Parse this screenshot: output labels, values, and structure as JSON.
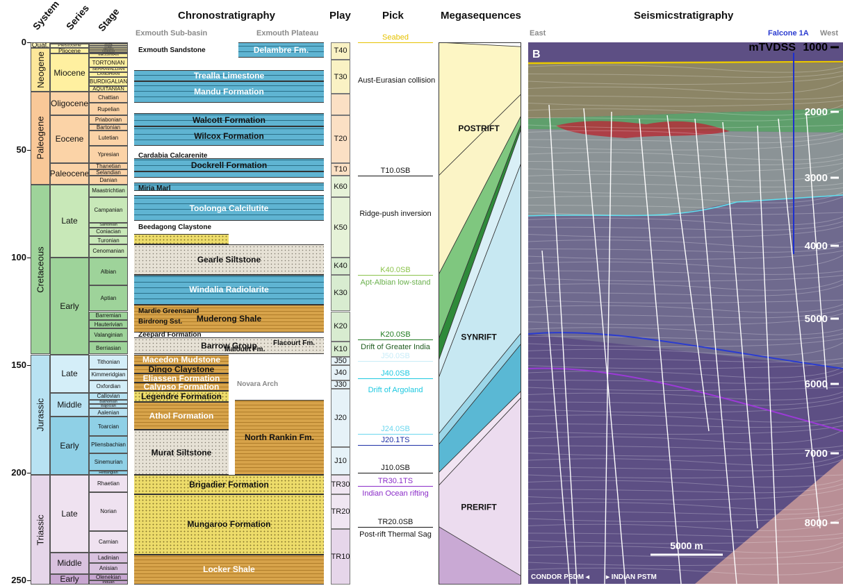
{
  "headers": {
    "system": "System",
    "series": "Series",
    "stage": "Stage",
    "chrono": "Chronostratigraphy",
    "chrono_left": "Exmouth Sub-basin",
    "chrono_right": "Exmouth Plateau",
    "play": "Play",
    "pick": "Pick",
    "mega": "Megasequences",
    "seis": "Seismicstratigraphy",
    "seis_left": "East",
    "seis_right": "West",
    "well": "Falcone 1A"
  },
  "time_ticks": [
    "0",
    "50",
    "100",
    "150",
    "200",
    "250"
  ],
  "systems": [
    {
      "name": "Quat.",
      "from": 0,
      "to": 2.6,
      "color": "#fff6c0",
      "rotate": false
    },
    {
      "name": "Neogene",
      "from": 2.6,
      "to": 23,
      "color": "#fde79a",
      "rotate": true
    },
    {
      "name": "Paleogene",
      "from": 23,
      "to": 66,
      "color": "#f9c898",
      "rotate": true
    },
    {
      "name": "Cretaceous",
      "from": 66,
      "to": 145,
      "color": "#9ed39a",
      "rotate": true
    },
    {
      "name": "Jurassic",
      "from": 145,
      "to": 201,
      "color": "#b8e2f2",
      "rotate": true
    },
    {
      "name": "Triassic",
      "from": 201,
      "to": 252,
      "color": "#e6d6ea",
      "rotate": true
    }
  ],
  "series": [
    {
      "name": "Holocene",
      "from": 0,
      "to": 0.5,
      "color": "#fff6c0"
    },
    {
      "name": "Pleistocene",
      "from": 0.5,
      "to": 2.6,
      "color": "#fff6c0"
    },
    {
      "name": "Pliocene",
      "from": 2.6,
      "to": 5.3,
      "color": "#fff0a0"
    },
    {
      "name": "Miocene",
      "from": 5.3,
      "to": 23,
      "color": "#fff0a0"
    },
    {
      "name": "Oligocene",
      "from": 23,
      "to": 34,
      "color": "#fbd3a7"
    },
    {
      "name": "Eocene",
      "from": 34,
      "to": 56,
      "color": "#fbd3a7"
    },
    {
      "name": "Paleocene",
      "from": 56,
      "to": 66,
      "color": "#fbd3a7"
    },
    {
      "name": "Late",
      "from": 66,
      "to": 100,
      "color": "#c8e8b8"
    },
    {
      "name": "Early",
      "from": 100,
      "to": 145,
      "color": "#9ed39a"
    },
    {
      "name": "Late",
      "from": 145,
      "to": 163,
      "color": "#d4eef8"
    },
    {
      "name": "Middle",
      "from": 163,
      "to": 174,
      "color": "#b8e2f2"
    },
    {
      "name": "Early",
      "from": 174,
      "to": 201,
      "color": "#8fd0e6"
    },
    {
      "name": "Late",
      "from": 201,
      "to": 237,
      "color": "#efe2f0"
    },
    {
      "name": "Middle",
      "from": 237,
      "to": 247,
      "color": "#d9c2df"
    },
    {
      "name": "Early",
      "from": 247,
      "to": 252,
      "color": "#c7a6d0"
    }
  ],
  "stages": [
    {
      "name": "UPPER",
      "from": 0,
      "to": 0.8,
      "color": "#fff6c0"
    },
    {
      "name": "MIDDLE",
      "from": 0.8,
      "to": 1.6,
      "color": "#fff6c0"
    },
    {
      "name": "LOWER",
      "from": 1.6,
      "to": 2.6,
      "color": "#fff6c0"
    },
    {
      "name": "GELASIAN",
      "from": 2.6,
      "to": 3.5,
      "color": "#fff0a0"
    },
    {
      "name": "PIACENZIAN",
      "from": 3.5,
      "to": 4.4,
      "color": "#fff0a0"
    },
    {
      "name": "ZANCLEAN",
      "from": 4.4,
      "to": 5.3,
      "color": "#fff0a0"
    },
    {
      "name": "MESSINIAN",
      "from": 5.3,
      "to": 7.2,
      "color": "#fff0a0"
    },
    {
      "name": "TORTONIAN",
      "from": 7.2,
      "to": 11.6,
      "color": "#fff0a0"
    },
    {
      "name": "SERRAVALLIAN",
      "from": 11.6,
      "to": 13.8,
      "color": "#fff0a0"
    },
    {
      "name": "LANGHIAN",
      "from": 13.8,
      "to": 16,
      "color": "#fff0a0"
    },
    {
      "name": "BURDIGALIAN",
      "from": 16,
      "to": 20.4,
      "color": "#fff0a0"
    },
    {
      "name": "AQUITANIAN",
      "from": 20.4,
      "to": 23,
      "color": "#fff0a0"
    },
    {
      "name": "Chattian",
      "from": 23,
      "to": 28,
      "color": "#fbd3a7"
    },
    {
      "name": "Rupelian",
      "from": 28,
      "to": 34,
      "color": "#fbd3a7"
    },
    {
      "name": "Priabonian",
      "from": 34,
      "to": 38,
      "color": "#fbd3a7"
    },
    {
      "name": "Bartonian",
      "from": 38,
      "to": 41,
      "color": "#fbd3a7"
    },
    {
      "name": "Lutetian",
      "from": 41,
      "to": 48,
      "color": "#fbd3a7"
    },
    {
      "name": "Ypresian",
      "from": 48,
      "to": 56,
      "color": "#fbd3a7"
    },
    {
      "name": "Thanetian",
      "from": 56,
      "to": 59,
      "color": "#fbd3a7"
    },
    {
      "name": "Selandian",
      "from": 59,
      "to": 62,
      "color": "#fbd3a7"
    },
    {
      "name": "Danian",
      "from": 62,
      "to": 66,
      "color": "#fbd3a7"
    },
    {
      "name": "Maastrichtian",
      "from": 66,
      "to": 72,
      "color": "#c8e8b8"
    },
    {
      "name": "Campanian",
      "from": 72,
      "to": 84,
      "color": "#c8e8b8"
    },
    {
      "name": "Santonian",
      "from": 84,
      "to": 86,
      "color": "#c8e8b8"
    },
    {
      "name": "Coniacian",
      "from": 86,
      "to": 90,
      "color": "#c8e8b8"
    },
    {
      "name": "Turonian",
      "from": 90,
      "to": 94,
      "color": "#c8e8b8"
    },
    {
      "name": "Cenomanian",
      "from": 94,
      "to": 100,
      "color": "#c8e8b8"
    },
    {
      "name": "Albian",
      "from": 100,
      "to": 113,
      "color": "#9ed39a"
    },
    {
      "name": "Aptian",
      "from": 113,
      "to": 125,
      "color": "#9ed39a"
    },
    {
      "name": "Barremian",
      "from": 125,
      "to": 129,
      "color": "#9ed39a"
    },
    {
      "name": "Hauterivian",
      "from": 129,
      "to": 133,
      "color": "#9ed39a"
    },
    {
      "name": "Valanginian",
      "from": 133,
      "to": 139,
      "color": "#9ed39a"
    },
    {
      "name": "Berriasian",
      "from": 139,
      "to": 145,
      "color": "#9ed39a"
    },
    {
      "name": "Tithonian",
      "from": 145,
      "to": 152,
      "color": "#d4eef8"
    },
    {
      "name": "Kimmeridgian",
      "from": 152,
      "to": 157,
      "color": "#d4eef8"
    },
    {
      "name": "Oxfordian",
      "from": 157,
      "to": 163,
      "color": "#d4eef8"
    },
    {
      "name": "Callovian",
      "from": 163,
      "to": 166,
      "color": "#b8e2f2"
    },
    {
      "name": "Bathonian",
      "from": 166,
      "to": 168,
      "color": "#b8e2f2"
    },
    {
      "name": "Bajocian",
      "from": 168,
      "to": 170,
      "color": "#b8e2f2"
    },
    {
      "name": "Aalenian",
      "from": 170,
      "to": 174,
      "color": "#b8e2f2"
    },
    {
      "name": "Toarcian",
      "from": 174,
      "to": 183,
      "color": "#8fd0e6"
    },
    {
      "name": "Pliensbachian",
      "from": 183,
      "to": 191,
      "color": "#8fd0e6"
    },
    {
      "name": "Sinemurian",
      "from": 191,
      "to": 199,
      "color": "#8fd0e6"
    },
    {
      "name": "Hettangian",
      "from": 199,
      "to": 201,
      "color": "#8fd0e6"
    },
    {
      "name": "Rhaetian",
      "from": 201,
      "to": 209,
      "color": "#efe2f0"
    },
    {
      "name": "Norian",
      "from": 209,
      "to": 227,
      "color": "#efe2f0"
    },
    {
      "name": "Carnian",
      "from": 227,
      "to": 237,
      "color": "#efe2f0"
    },
    {
      "name": "Ladinian",
      "from": 237,
      "to": 242,
      "color": "#d9c2df"
    },
    {
      "name": "Anisian",
      "from": 242,
      "to": 247,
      "color": "#d9c2df"
    },
    {
      "name": "Olenekian",
      "from": 247,
      "to": 250,
      "color": "#c7a6d0"
    },
    {
      "name": "Induan",
      "from": 250,
      "to": 252,
      "color": "#c7a6d0"
    }
  ],
  "chrono_units": [
    {
      "name": "Delambre Fm.",
      "from": 0,
      "to": 7,
      "lith": "limestone",
      "side": "right",
      "light": true
    },
    {
      "name": "Trealla Limestone",
      "from": 13,
      "to": 18,
      "lith": "limestone",
      "side": "full",
      "light": true
    },
    {
      "name": "Mandu Formation",
      "from": 18,
      "to": 28,
      "lith": "limestone",
      "side": "full",
      "light": true
    },
    {
      "name": "Walcott Formation",
      "from": 33,
      "to": 39,
      "lith": "limestone",
      "side": "full",
      "light": false
    },
    {
      "name": "Wilcox Formation",
      "from": 39,
      "to": 48,
      "lith": "limestone",
      "side": "full",
      "light": false
    },
    {
      "name": "Dockrell Formation",
      "from": 54,
      "to": 60,
      "lith": "limestone",
      "side": "full",
      "light": false
    },
    {
      "name": "",
      "from": 60,
      "to": 63,
      "lith": "limestone",
      "side": "full",
      "light": false
    },
    {
      "name": "",
      "from": 65,
      "to": 69,
      "lith": "limestone",
      "side": "full",
      "light": false
    },
    {
      "name": "Toolonga Calcilutite",
      "from": 71,
      "to": 83,
      "lith": "limestone",
      "side": "full",
      "light": true
    },
    {
      "name": "",
      "from": 89,
      "to": 94,
      "lith": "sandstone",
      "side": "left",
      "light": false
    },
    {
      "name": "Gearle Siltstone",
      "from": 94,
      "to": 108,
      "lith": "siltstone",
      "side": "full",
      "light": false
    },
    {
      "name": "Windalia Radiolarite",
      "from": 108,
      "to": 122,
      "lith": "limestone",
      "side": "full",
      "light": true
    },
    {
      "name": "Muderong Shale",
      "from": 122,
      "to": 135,
      "lith": "shale",
      "side": "full",
      "light": false
    },
    {
      "name": "Barrow Group",
      "from": 137,
      "to": 145,
      "lith": "siltstone",
      "side": "full",
      "light": false
    },
    {
      "name": "Macedon Mudstone",
      "from": 145,
      "to": 150,
      "lith": "shale",
      "side": "left",
      "light": true
    },
    {
      "name": "Dingo Claystone",
      "from": 150,
      "to": 154,
      "lith": "shale",
      "side": "left",
      "light": false
    },
    {
      "name": "Eliassen Formation",
      "from": 154,
      "to": 158,
      "lith": "shale",
      "side": "left",
      "light": true
    },
    {
      "name": "Calypso Formation",
      "from": 158,
      "to": 162,
      "lith": "shale",
      "side": "left",
      "light": true
    },
    {
      "name": "Legendre Formation",
      "from": 162,
      "to": 167,
      "lith": "sandstone",
      "side": "left",
      "light": false
    },
    {
      "name": "Athol Formation",
      "from": 167,
      "to": 180,
      "lith": "shale",
      "side": "left",
      "light": true
    },
    {
      "name": "Murat Siltstone",
      "from": 180,
      "to": 201,
      "lith": "siltstone",
      "side": "left",
      "light": false
    },
    {
      "name": "North Rankin Fm.",
      "from": 166,
      "to": 201,
      "lith": "shale",
      "side": "right",
      "light": false
    },
    {
      "name": "Brigadier Formation",
      "from": 201,
      "to": 210,
      "lith": "sandstone",
      "side": "full",
      "light": false
    },
    {
      "name": "Mungaroo Formation",
      "from": 210,
      "to": 238,
      "lith": "sandstone",
      "side": "full",
      "light": false
    },
    {
      "name": "Locker Shale",
      "from": 238,
      "to": 252,
      "lith": "shale",
      "side": "full",
      "light": true
    }
  ],
  "chrono_labels": [
    {
      "name": "Exmouth Sandstone",
      "at": 4
    },
    {
      "name": "Cardabia Calcarenite",
      "at": 53
    },
    {
      "name": "Miria Marl",
      "at": 68
    },
    {
      "name": "Beedagong Claystone",
      "at": 86
    },
    {
      "name": "Mardie Greensand",
      "at": 125
    },
    {
      "name": "Birdrong Sst.",
      "at": 130
    },
    {
      "name": "Zeepard Formation",
      "at": 136
    },
    {
      "name": "Flacourt Fm.",
      "at": 140
    },
    {
      "name": "Malouet Fm.",
      "at": 143
    },
    {
      "name": "Novara Arch",
      "at": 159
    }
  ],
  "play": [
    {
      "name": "T40",
      "from": 0,
      "to": 8,
      "color": "#faf2c4"
    },
    {
      "name": "T30",
      "from": 8,
      "to": 24,
      "color": "#faf2c4"
    },
    {
      "name": "",
      "from": 24,
      "to": 34,
      "color": "#fbe0c4"
    },
    {
      "name": "T20",
      "from": 34,
      "to": 56,
      "color": "#fbe0c4"
    },
    {
      "name": "T10",
      "from": 56,
      "to": 62,
      "color": "#fbe0c4"
    },
    {
      "name": "K60",
      "from": 62,
      "to": 72,
      "color": "#e6f2d8"
    },
    {
      "name": "K50",
      "from": 72,
      "to": 100,
      "color": "#e6f2d8"
    },
    {
      "name": "K40",
      "from": 100,
      "to": 108,
      "color": "#d8ecd0"
    },
    {
      "name": "K30",
      "from": 108,
      "to": 125,
      "color": "#d8ecd0"
    },
    {
      "name": "K20",
      "from": 125,
      "to": 139,
      "color": "#d8ecd0"
    },
    {
      "name": "K10",
      "from": 139,
      "to": 146,
      "color": "#d8ecd0"
    },
    {
      "name": "J50",
      "from": 146,
      "to": 150,
      "color": "#e6f2f8"
    },
    {
      "name": "J40",
      "from": 150,
      "to": 157,
      "color": "#e6f2f8"
    },
    {
      "name": "J30",
      "from": 157,
      "to": 161,
      "color": "#e6f2f8"
    },
    {
      "name": "J20",
      "from": 161,
      "to": 188,
      "color": "#e6f2f8"
    },
    {
      "name": "J10",
      "from": 188,
      "to": 201,
      "color": "#e6f2f8"
    },
    {
      "name": "TR30",
      "from": 201,
      "to": 210,
      "color": "#f0e6f2"
    },
    {
      "name": "TR20",
      "from": 210,
      "to": 226,
      "color": "#f0e6f2"
    },
    {
      "name": "TR10",
      "from": 226,
      "to": 252,
      "color": "#e6d6ea"
    }
  ],
  "picks": [
    {
      "name": "Seabed",
      "at": 0,
      "color": "#e6c200",
      "line": true
    },
    {
      "name": "Aust-Eurasian collision",
      "at": 17,
      "color": "#111111",
      "line": false
    },
    {
      "name": "T10.0SB",
      "at": 62,
      "color": "#111111",
      "line": true
    },
    {
      "name": "Ridge-push inversion",
      "at": 79,
      "color": "#111111",
      "line": false
    },
    {
      "name": "K40.0SB",
      "at": 108,
      "color": "#8bc34a",
      "line": true
    },
    {
      "name": "Apt-Albian low-stand",
      "at": 111,
      "color": "#6ab04c",
      "line": false
    },
    {
      "name": "K20.0SB",
      "at": 138,
      "color": "#1f7a1f",
      "line": true
    },
    {
      "name": "Drift of Greater India",
      "at": 141,
      "color": "#1f5c1f",
      "line": false
    },
    {
      "name": "J50.0SB",
      "at": 148,
      "color": "#c8ecf8",
      "line": true
    },
    {
      "name": "J40.0SB",
      "at": 156,
      "color": "#1cc8e0",
      "line": true
    },
    {
      "name": "Drift of Argoland",
      "at": 161,
      "color": "#1cc8e0",
      "line": false
    },
    {
      "name": "J24.0SB",
      "at": 182,
      "color": "#6ad6ee",
      "line": true
    },
    {
      "name": "J20.1TS",
      "at": 187,
      "color": "#1c2fa6",
      "line": true
    },
    {
      "name": "J10.0SB",
      "at": 200,
      "color": "#111111",
      "line": true
    },
    {
      "name": "TR30.1TS",
      "at": 206,
      "color": "#8a2bc8",
      "line": true
    },
    {
      "name": "Indian Ocean rifting",
      "at": 209,
      "color": "#8a2bc8",
      "line": false
    },
    {
      "name": "TR20.0SB",
      "at": 225,
      "color": "#111111",
      "line": true
    },
    {
      "name": "Post-rift Thermal Sag",
      "at": 228,
      "color": "#111111",
      "line": false
    }
  ],
  "megasequences": [
    {
      "name": "POSTRIFT",
      "at": 40
    },
    {
      "name": "SYNRIFT",
      "at": 137
    },
    {
      "name": "PRERIFT",
      "at": 216
    }
  ],
  "seis": {
    "title_depth": "mTVDSS",
    "depths": [
      "1000",
      "2000",
      "3000",
      "4000",
      "5000",
      "6000",
      "7000",
      "8000"
    ],
    "panel_label": "B",
    "scale": "5000 m",
    "foot_left": "CONDOR PSDM",
    "foot_right": "INDIAN PSTM",
    "colors": {
      "overburden": "#8c8566",
      "green": "#5f9f6c",
      "grey": "#8b9396",
      "purple": "#5d4f84",
      "pink": "#b98f96",
      "red": "#b3303a"
    }
  }
}
